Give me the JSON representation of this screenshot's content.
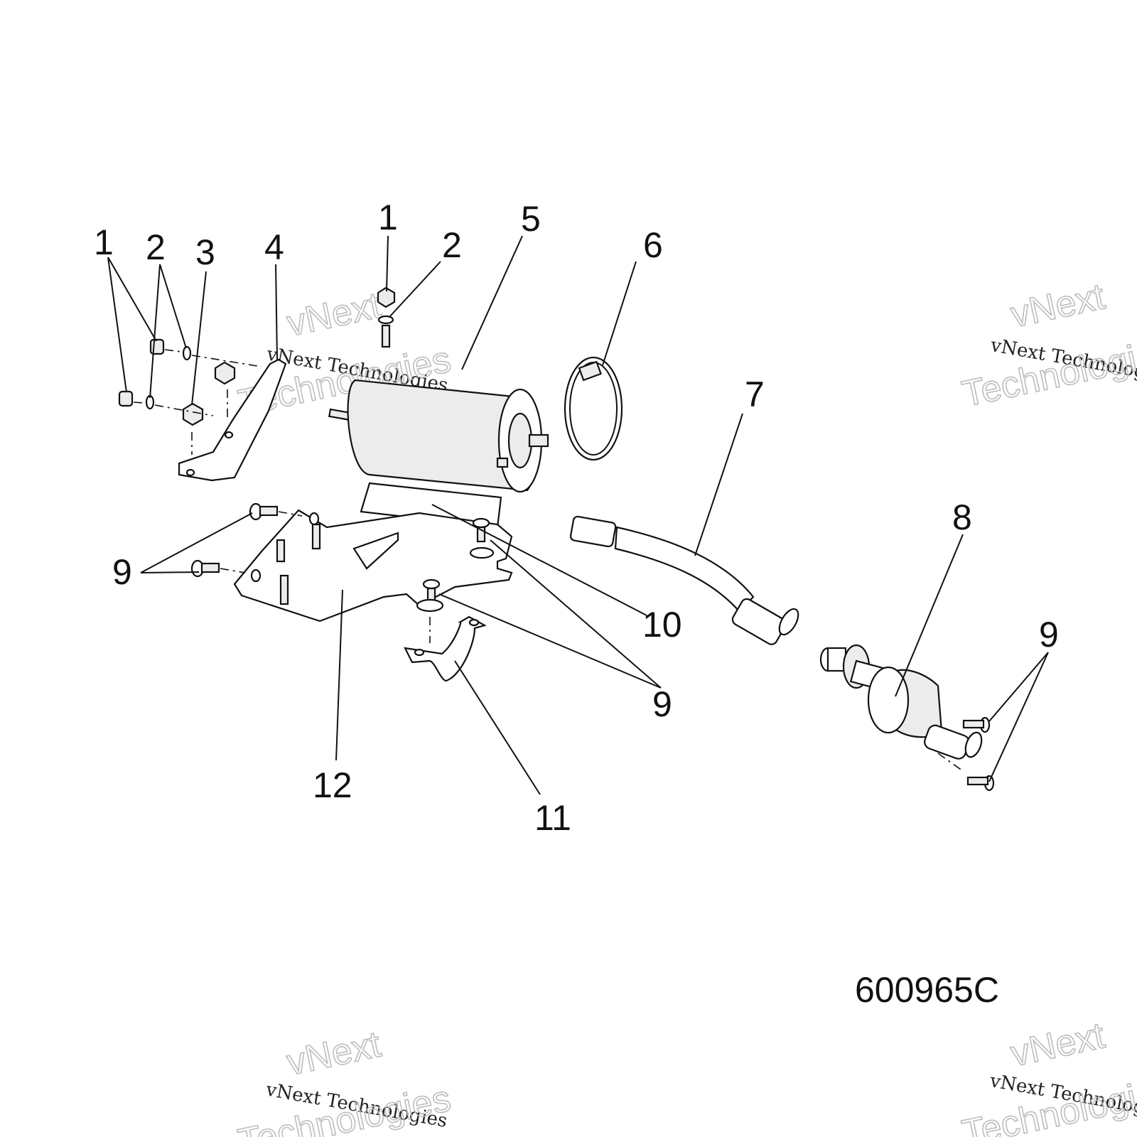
{
  "diagram": {
    "reference_code": "600965C",
    "callouts": [
      {
        "id": "c1a",
        "label": "1"
      },
      {
        "id": "c2a",
        "label": "2"
      },
      {
        "id": "c3",
        "label": "3"
      },
      {
        "id": "c4",
        "label": "4"
      },
      {
        "id": "c1b",
        "label": "1"
      },
      {
        "id": "c2b",
        "label": "2"
      },
      {
        "id": "c5",
        "label": "5"
      },
      {
        "id": "c6",
        "label": "6"
      },
      {
        "id": "c7",
        "label": "7"
      },
      {
        "id": "c8",
        "label": "8"
      },
      {
        "id": "c9a",
        "label": "9"
      },
      {
        "id": "c9b",
        "label": "9"
      },
      {
        "id": "c9c",
        "label": "9"
      },
      {
        "id": "c10",
        "label": "10"
      },
      {
        "id": "c11",
        "label": "11"
      },
      {
        "id": "c12",
        "label": "12"
      }
    ]
  },
  "watermark": {
    "line_small": "vNext Technologies",
    "line_big_1": "vNext",
    "line_big_2": "Technologies"
  }
}
